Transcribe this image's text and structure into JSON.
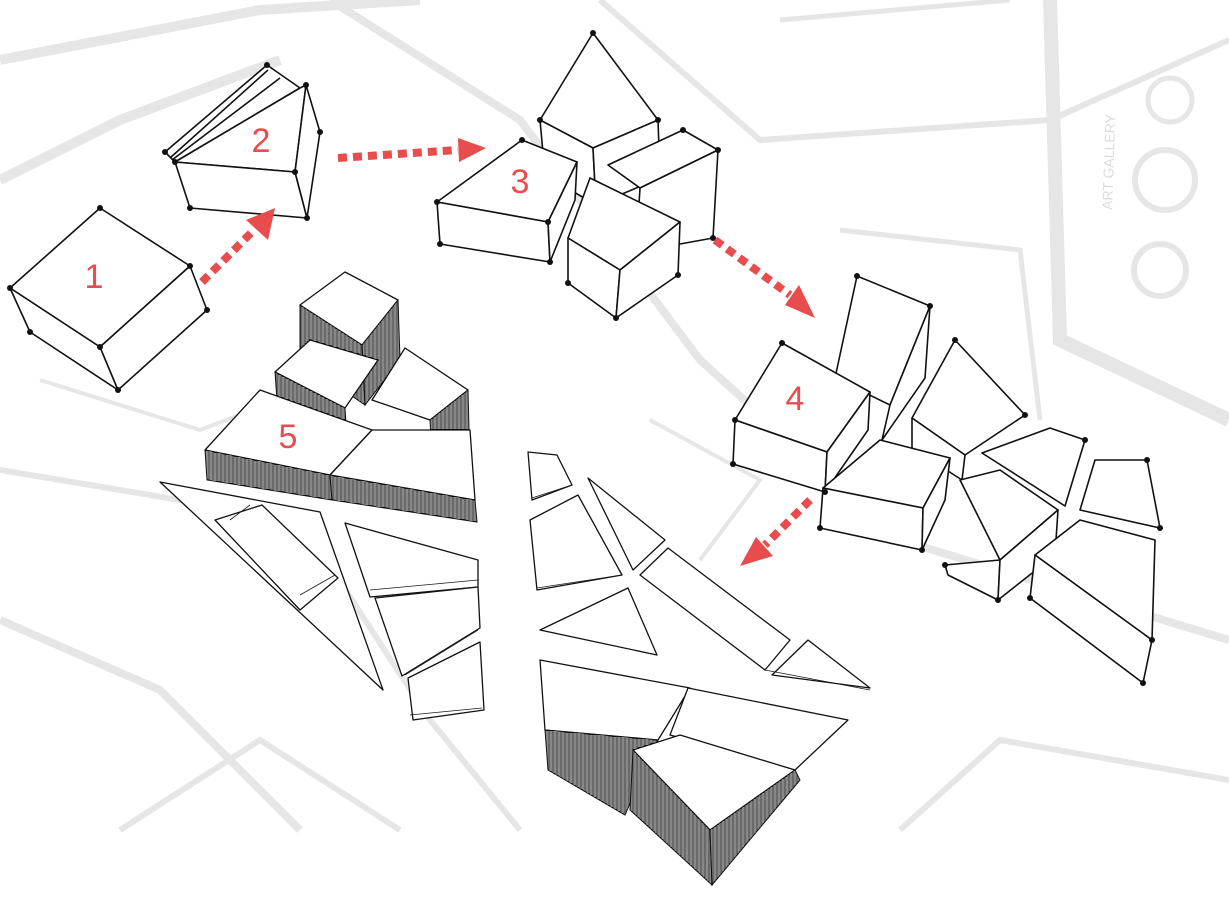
{
  "colors": {
    "accent": "#e84c4c",
    "line": "#111111",
    "background_lines": "#e6e6e6"
  },
  "stages": [
    {
      "label": "1"
    },
    {
      "label": "2"
    },
    {
      "label": "3"
    },
    {
      "label": "4"
    },
    {
      "label": "5"
    }
  ],
  "background_text": "ART GALLERY"
}
